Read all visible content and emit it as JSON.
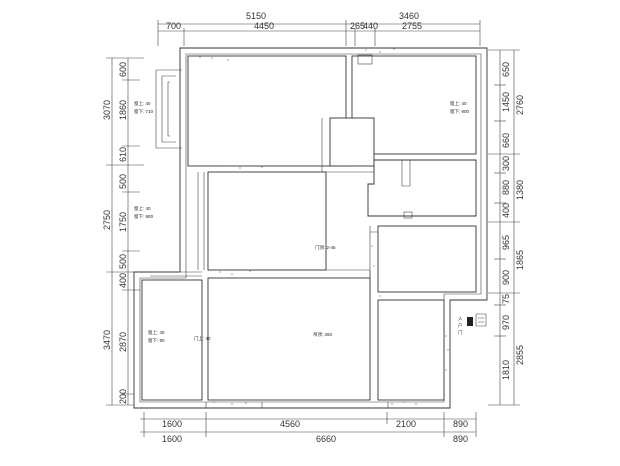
{
  "dimensions": {
    "top_outer": [
      "5150",
      "3460"
    ],
    "top_inner": [
      "700",
      "4450",
      "265",
      "440",
      "2755"
    ],
    "bottom_inner": [
      "1600",
      "4560",
      "2100",
      "890"
    ],
    "bottom_outer": [
      "1600",
      "6660",
      "890"
    ],
    "left_outer": [
      "3070",
      "2750",
      "3470"
    ],
    "left_inner": [
      "600",
      "1860",
      "610",
      "500",
      "1750",
      "500",
      "400",
      "2870",
      "200"
    ],
    "right_inner": [
      "650",
      "1450",
      "660",
      "300",
      "880",
      "400",
      "965",
      "900",
      "75",
      "970",
      "1810"
    ],
    "right_outer": [
      "2760",
      "1380",
      "1865",
      "2855"
    ]
  },
  "room_notes": {
    "master_bedroom": [
      "窗上: 40",
      "窗下: 710"
    ],
    "bedroom_right": [
      "窗上: 40",
      "窗下: 900"
    ],
    "bedroom_left": [
      "窗上: 40",
      "窗下: 900"
    ],
    "study": [
      "窗上: 40",
      "窗下: 90"
    ],
    "door_height_a": "门顶: 2-45",
    "door_height_b": "门上: 40",
    "living_ceiling": "吊顶: 250"
  },
  "entrance": [
    "入",
    "户",
    "门"
  ]
}
